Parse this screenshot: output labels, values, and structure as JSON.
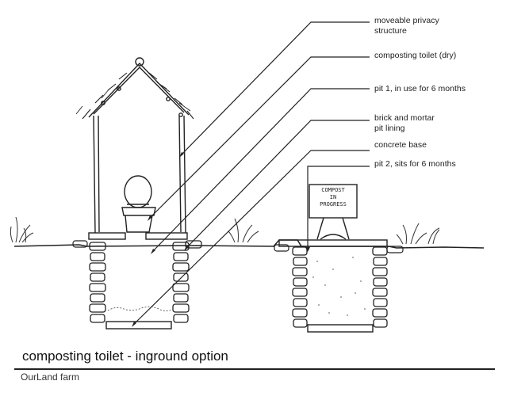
{
  "callouts": [
    {
      "id": "privacy",
      "text": "moveable privacy\nstructure"
    },
    {
      "id": "toilet",
      "text": "composting toilet (dry)"
    },
    {
      "id": "pit1",
      "text": "pit 1, in use for 6 months"
    },
    {
      "id": "lining",
      "text": "brick and mortar\npit lining"
    },
    {
      "id": "base",
      "text": "concrete base"
    },
    {
      "id": "pit2",
      "text": "pit 2, sits for 6 months"
    }
  ],
  "sign_text": "COMPOST\nIN\nPROGRESS",
  "title": "composting toilet - inground option",
  "subtitle": "OurLand farm"
}
